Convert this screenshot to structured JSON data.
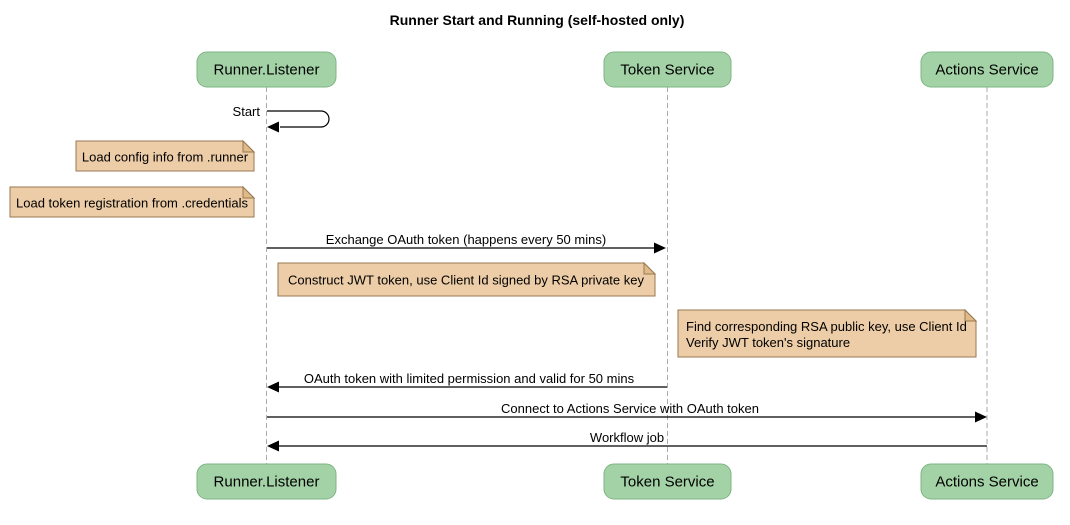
{
  "diagram": {
    "title": "Runner Start and Running (self-hosted only)",
    "type": "sequence-diagram"
  },
  "actors": [
    {
      "label": "Runner.Listener"
    },
    {
      "label": "Token Service"
    },
    {
      "label": "Actions Service"
    }
  ],
  "messages": [
    {
      "label": "Start",
      "from": "Runner.Listener",
      "to": "Runner.Listener",
      "style": "self-loop"
    },
    {
      "label": "Exchange OAuth token (happens every 50 mins)",
      "from": "Runner.Listener",
      "to": "Token Service"
    },
    {
      "label": "OAuth token with limited permission and valid for 50 mins",
      "from": "Token Service",
      "to": "Runner.Listener"
    },
    {
      "label": "Connect to Actions Service with OAuth token",
      "from": "Runner.Listener",
      "to": "Actions Service"
    },
    {
      "label": "Workflow job",
      "from": "Actions Service",
      "to": "Runner.Listener"
    }
  ],
  "notes": [
    {
      "lines": [
        "Load config info from .runner"
      ]
    },
    {
      "lines": [
        "Load token registration from .credentials"
      ]
    },
    {
      "lines": [
        "Construct JWT token, use Client Id signed by RSA private key"
      ]
    },
    {
      "lines": [
        "Find corresponding RSA public key, use Client Id",
        "Verify JWT token's signature"
      ]
    }
  ],
  "colors": {
    "actor_fill": "#A3D2A6",
    "actor_border": "#7FB584",
    "note_fill": "#EDCDA7",
    "note_border": "#99794F",
    "note_fold": "#E0BA8A",
    "lifeline": "#AAAAAA",
    "arrow": "#000000",
    "background": "#FFFFFF"
  }
}
